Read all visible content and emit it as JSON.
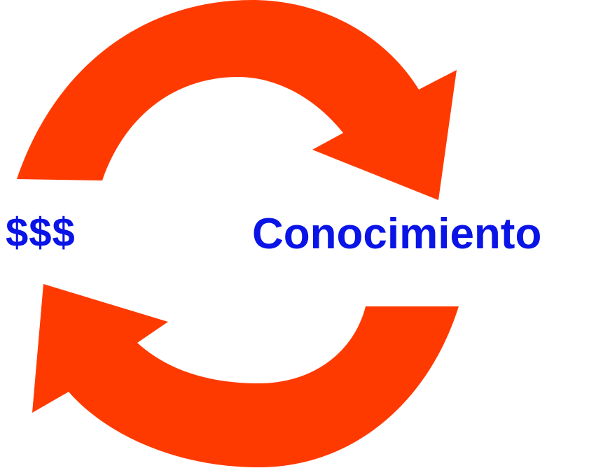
{
  "diagram": {
    "labels": {
      "money": "$$$",
      "knowledge": "Conocimiento"
    },
    "colors": {
      "arrow": "#FF3A00",
      "label": "#0A14E6",
      "background": "#FFFFFF"
    },
    "arrows": [
      {
        "name": "top-arrow",
        "direction": "clockwise",
        "from": "money",
        "to": "knowledge"
      },
      {
        "name": "bottom-arrow",
        "direction": "clockwise",
        "from": "knowledge",
        "to": "money"
      }
    ]
  }
}
